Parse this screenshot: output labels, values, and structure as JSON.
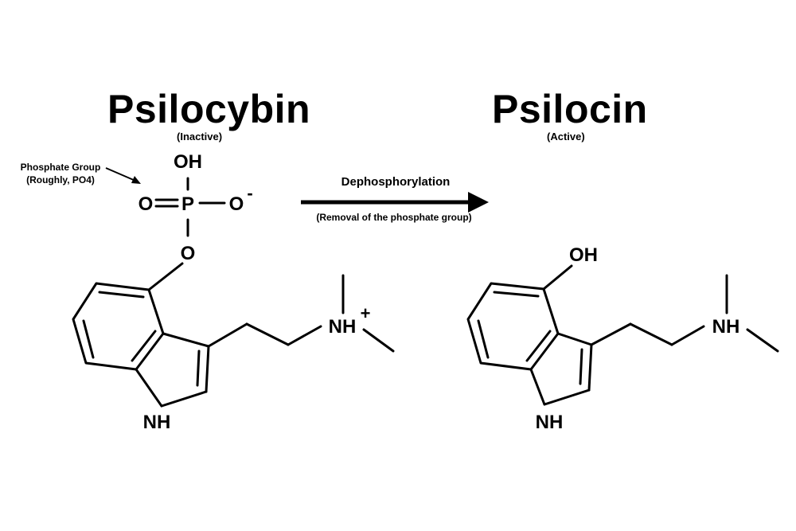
{
  "left": {
    "title": "Psilocybin",
    "status": "(Inactive)",
    "atoms": {
      "oh_phosphate": "OH",
      "o_double": "O",
      "p": "P",
      "o_minus": "O",
      "minus": "-",
      "o_bridge": "O",
      "nh_ring": "NH",
      "nh_amine": "NH",
      "plus": "+"
    }
  },
  "right": {
    "title": "Psilocin",
    "status": "(Active)",
    "atoms": {
      "oh": "OH",
      "nh_ring": "NH",
      "nh_amine": "NH"
    }
  },
  "annotation": {
    "line1": "Phosphate Group",
    "line2": "(Roughly, PO4)"
  },
  "reaction": {
    "label": "Dephosphorylation",
    "sublabel": "(Removal of the phosphate group)"
  },
  "colors": {
    "ink": "#000000",
    "background": "#ffffff"
  }
}
